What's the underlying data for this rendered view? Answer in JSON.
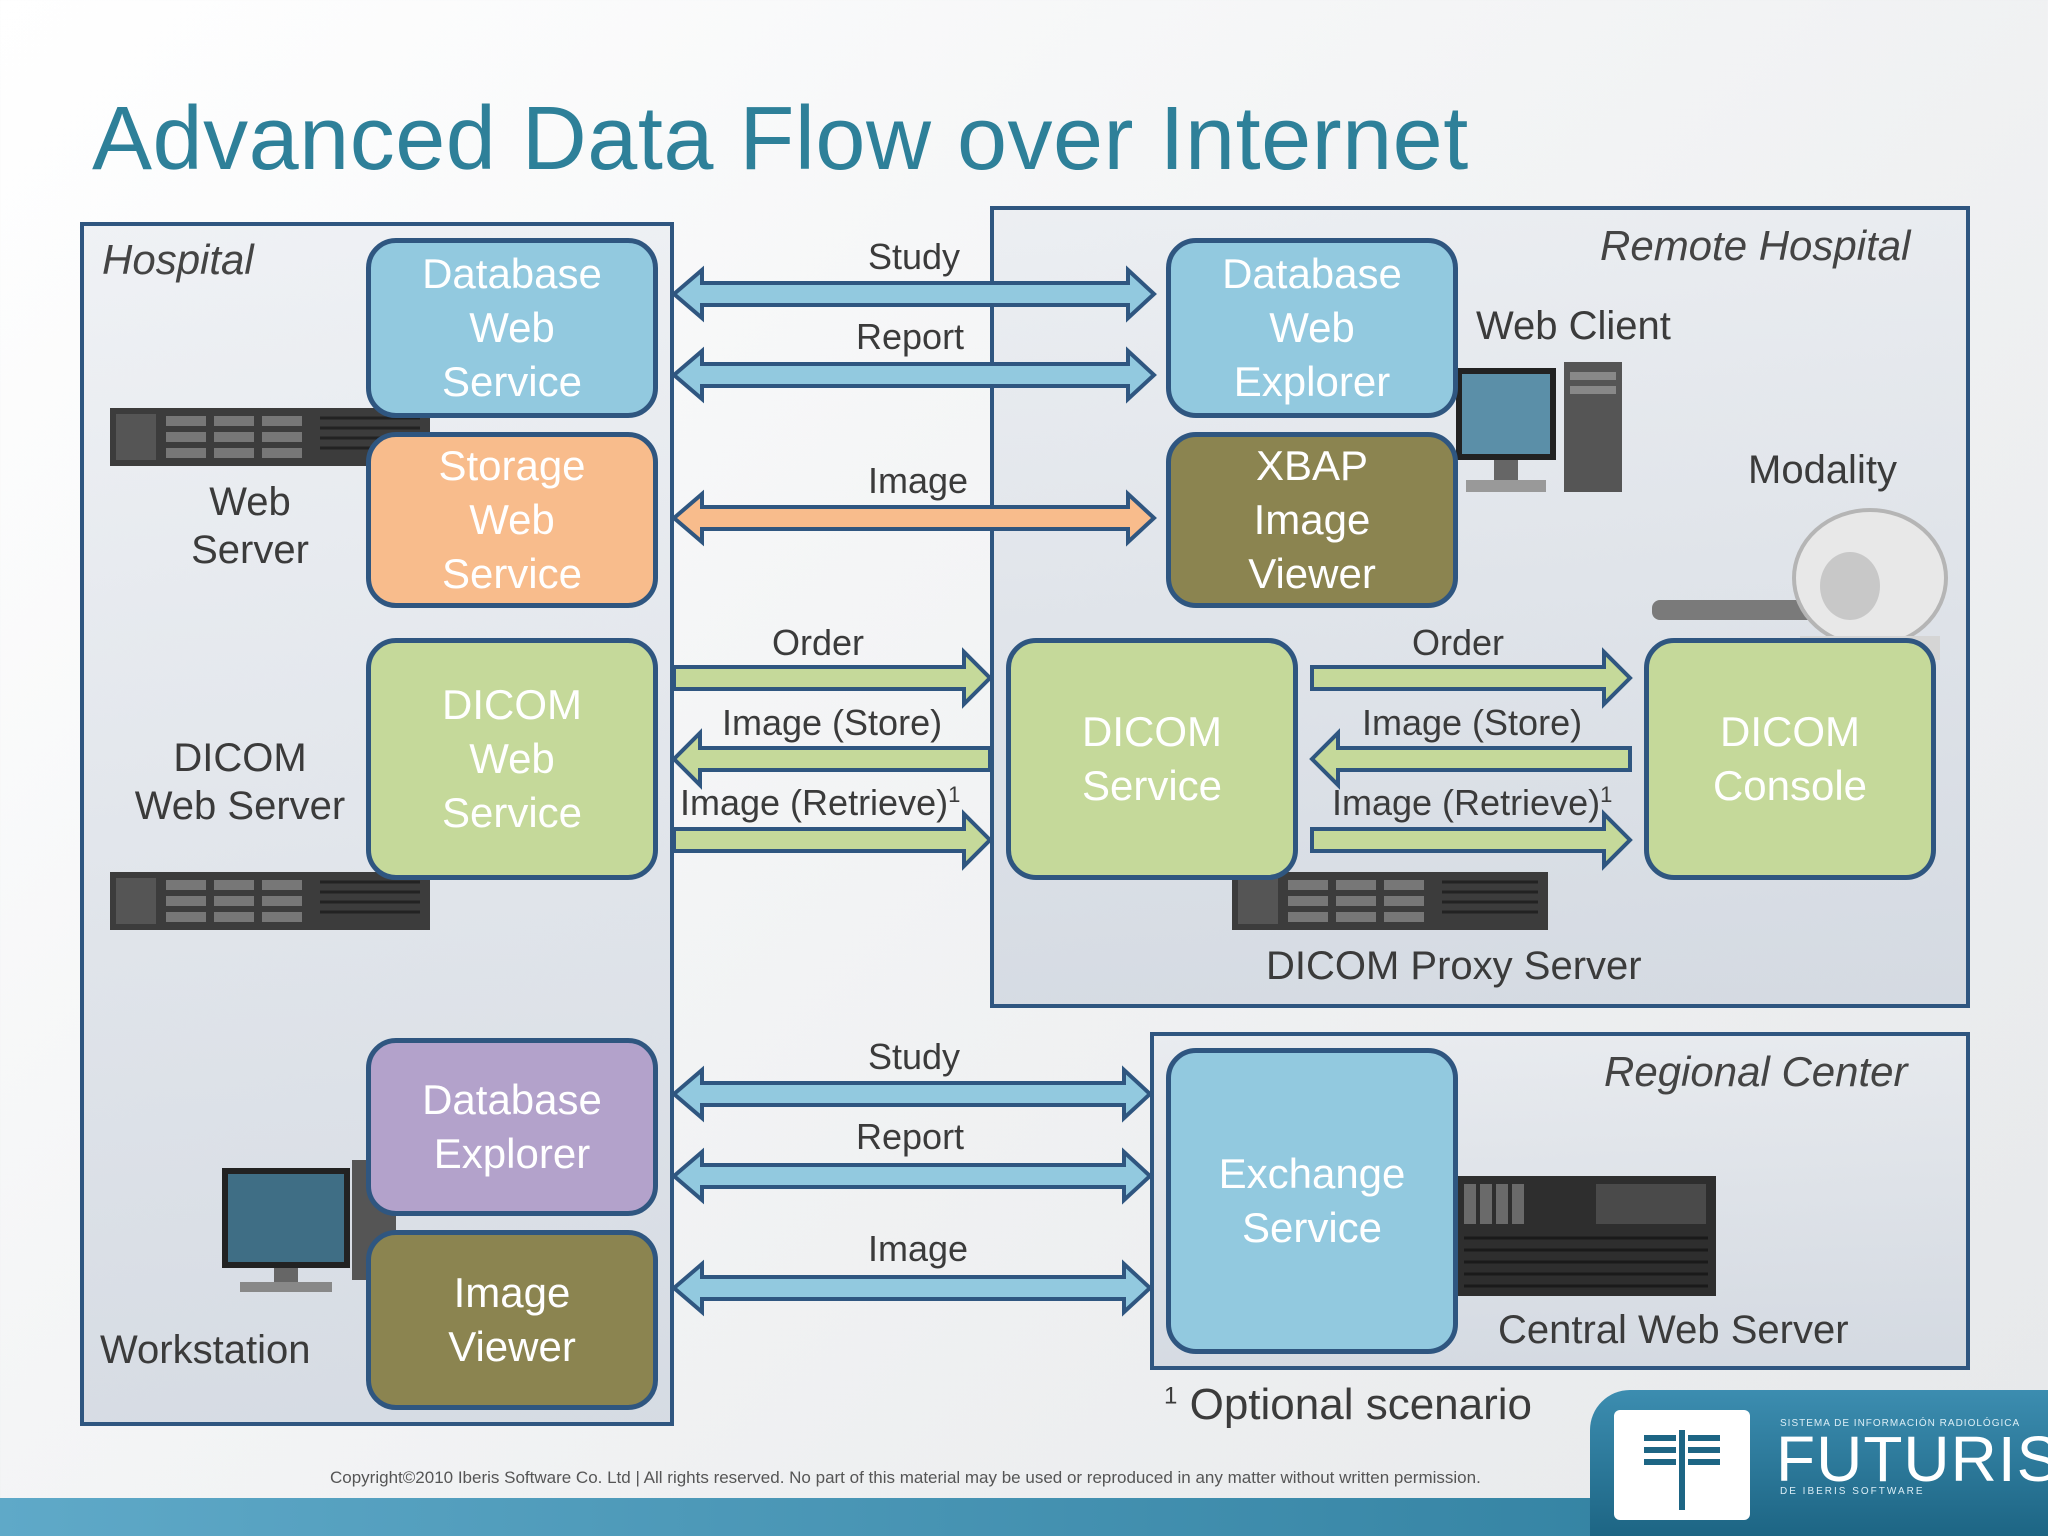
{
  "title": "Advanced Data Flow over Internet",
  "regions": {
    "hospital": "Hospital",
    "remote": "Remote Hospital",
    "regional": "Regional Center"
  },
  "boxes": {
    "db_web_service": "Database\nWeb\nService",
    "storage_web_service": "Storage\nWeb\nService",
    "dicom_web_service": "DICOM\nWeb\nService",
    "database_explorer": "Database\nExplorer",
    "image_viewer": "Image\nViewer",
    "db_web_explorer": "Database\nWeb\nExplorer",
    "xbap_viewer": "XBAP\nImage\nViewer",
    "dicom_service": "DICOM\nService",
    "dicom_console": "DICOM\nConsole",
    "exchange_service": "Exchange\nService"
  },
  "labels": {
    "web_server": "Web\nServer",
    "dicom_web_server": "DICOM\nWeb Server",
    "workstation": "Workstation",
    "web_client": "Web Client",
    "modality": "Modality",
    "dicom_proxy_server": "DICOM Proxy Server",
    "central_web_server": "Central Web Server"
  },
  "flows": {
    "study": "Study",
    "report": "Report",
    "image": "Image",
    "order": "Order",
    "image_store": "Image (Store)",
    "image_retrieve": "Image (Retrieve)",
    "footnote_mark": "1"
  },
  "footnote": {
    "mark": "1",
    "text": "Optional scenario"
  },
  "copyright": "Copyright©2010 Iberis Software Co. Ltd | All rights reserved. No part of this material may be used or reproduced in any matter without written permission.",
  "logo": {
    "top_small": "SISTEMA DE INFORMACIÓN RADIOLÓGICA",
    "name": "FUTURIS",
    "bottom_small": "DE IBERIS SOFTWARE"
  },
  "colors": {
    "title": "#2e8099",
    "border": "#2f5680",
    "blue": "#92c9df",
    "orange": "#f8bc8c",
    "olive": "#8b8450",
    "green": "#c5d99a",
    "purple": "#b3a2cb"
  }
}
